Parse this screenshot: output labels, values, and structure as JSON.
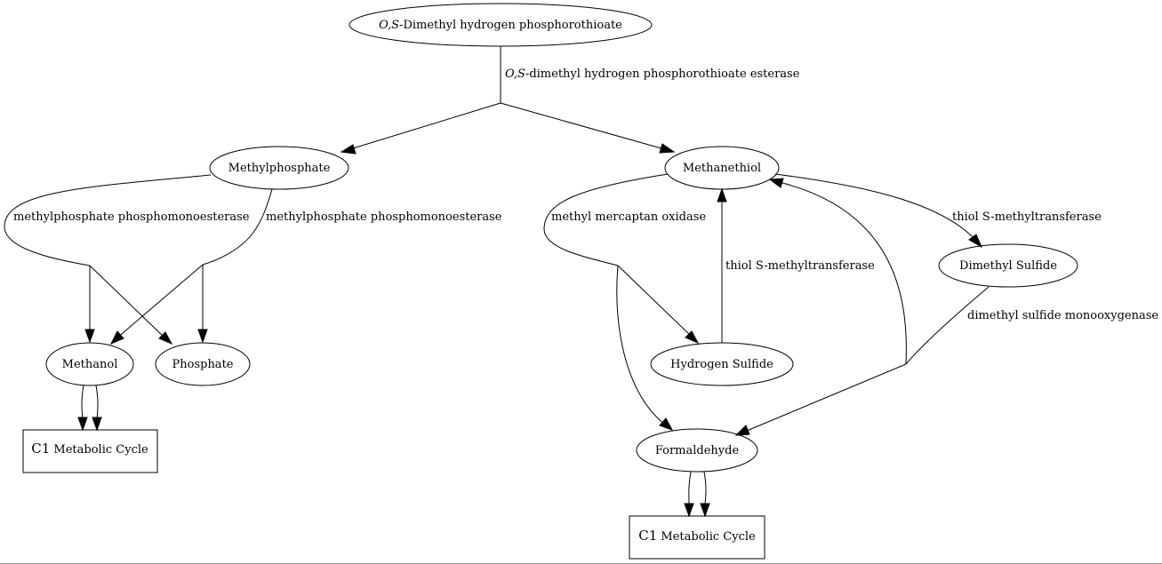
{
  "nodes": {
    "dmhpt": {
      "italic": "O,S",
      "rest": "-Dimethyl hydrogen phosphorothioate"
    },
    "methylphosphate": "Methylphosphate",
    "methanethiol": "Methanethiol",
    "dimethyl_sulfide": "Dimethyl Sulfide",
    "methanol": "Methanol",
    "phosphate": "Phosphate",
    "hydrogen_sulfide": "Hydrogen Sulfide",
    "formaldehyde": "Formaldehyde",
    "c1_left": {
      "prefix": "C1",
      "rest": " Metabolic Cycle"
    },
    "c1_right": {
      "prefix": "C1",
      "rest": " Metabolic Cycle"
    }
  },
  "edge_labels": {
    "esterase": {
      "italic": "O,S",
      "rest": "-dimethyl hydrogen phosphorothioate esterase"
    },
    "phosphomonoesterase_1": "methylphosphate phosphomonoesterase",
    "phosphomonoesterase_2": "methylphosphate phosphomonoesterase",
    "mercaptan_oxidase": "methyl mercaptan oxidase",
    "methyltransferase_1": "thiol S-methyltransferase",
    "methyltransferase_2": "thiol S-methyltransferase",
    "dms_monooxygenase": "dimethyl sulfide monooxygenase"
  }
}
